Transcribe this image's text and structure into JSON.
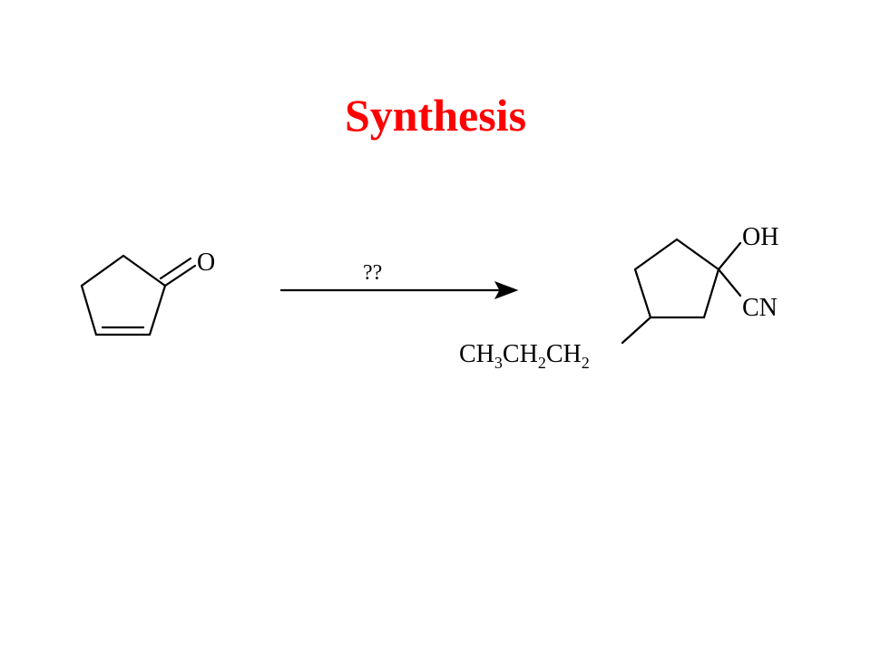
{
  "slide": {
    "title": "Synthesis",
    "title_color": "#ff0000",
    "background": "#ffffff"
  },
  "reaction": {
    "reagent_label": "??",
    "starting_material": {
      "name": "cyclopent-2-enone",
      "atom_labels": {
        "carbonyl_oxygen": "O"
      }
    },
    "product": {
      "name": "1-hydroxy-3-propylcyclopentane-1-carbonitrile",
      "atom_labels": {
        "hydroxyl": "OH",
        "nitrile": "CN",
        "propyl_group": {
          "c1": "CH",
          "s1": "3",
          "c2": "CH",
          "s2": "2",
          "c3": "CH",
          "s3": "2"
        }
      }
    }
  }
}
